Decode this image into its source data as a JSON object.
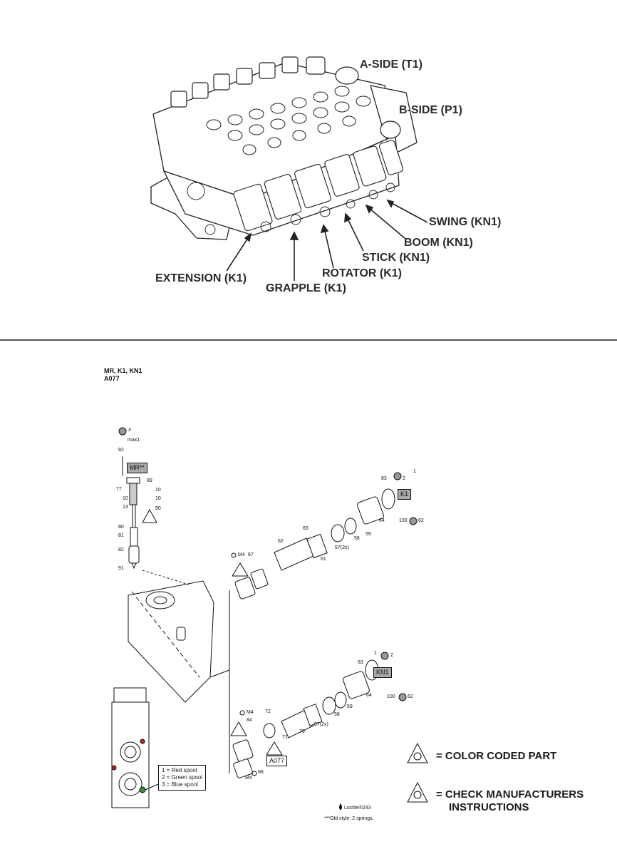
{
  "top_labels": {
    "a_side": "A-SIDE (T1)",
    "b_side": "B-SIDE (P1)",
    "swing": "SWING (KN1)",
    "boom": "BOOM (KN1)",
    "stick": "STICK (KN1)",
    "rotator": "ROTATOR (K1)",
    "extension": "EXTENSION (K1)",
    "grapple": "GRAPPLE (K1)"
  },
  "header": {
    "line1": "MR, K1, KN1",
    "line2": "A077"
  },
  "exploded": {
    "mr_box": "MR**",
    "k1_box": "K1",
    "kn1_box": "KN1",
    "a077_box": "A077",
    "parts": {
      "p3": "3",
      "pmax1": "max1",
      "p92": "92",
      "p77": "77",
      "p89": "89",
      "p10a": "10",
      "p10b": "10",
      "p10c": "10",
      "p13": "13",
      "p90": "90",
      "p80": "80",
      "p81": "81",
      "p82": "82",
      "p91": "91",
      "pm4a": "M4",
      "p67": "67",
      "p62": "62",
      "p65": "65",
      "p61": "61",
      "p57a": "57(2x)",
      "p58a": "58",
      "p59a": "59",
      "p64a": "64",
      "p100a": "100",
      "p62b": "62",
      "p83a": "83",
      "p1a": "1",
      "p2a": "2",
      "p83b": "83",
      "p1b": "1",
      "p2b": "2",
      "p64b": "64",
      "p100b": "100",
      "p62c": "62",
      "p59b": "59",
      "p58b": "58",
      "p57b": "57(2x)",
      "p70": "70",
      "p71": "71",
      "p72": "72",
      "pm4b": "M4",
      "p84": "84",
      "p88": "88",
      "pm4c": "M4"
    },
    "spool_key": [
      "1 = Red spool",
      "2 = Green spool",
      "3 = Blue spool"
    ],
    "loctite": "Loctite®243",
    "old_style": "***Old style: 2 springs."
  },
  "legend": {
    "color_coded": "= COLOR CODED PART",
    "check_line1": "= CHECK MANUFACTURERS",
    "check_line2": "INSTRUCTIONS"
  }
}
